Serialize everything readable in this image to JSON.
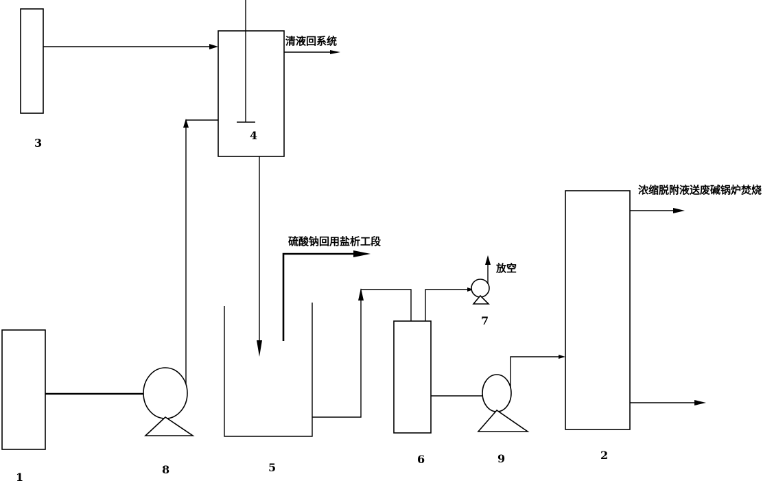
{
  "numbers": {
    "n1": "1",
    "n2": "2",
    "n3": "3",
    "n4": "4",
    "n5": "5",
    "n6": "6",
    "n7": "7",
    "n8": "8",
    "n9": "9"
  },
  "labels": {
    "clear_liquid_return": "清液回系统",
    "sodium_sulfate_reuse": "硫酸钠回用盐析工段",
    "vent": "放空",
    "concentrated_desorption": "浓缩脱附液送废碱锅炉焚烧"
  }
}
